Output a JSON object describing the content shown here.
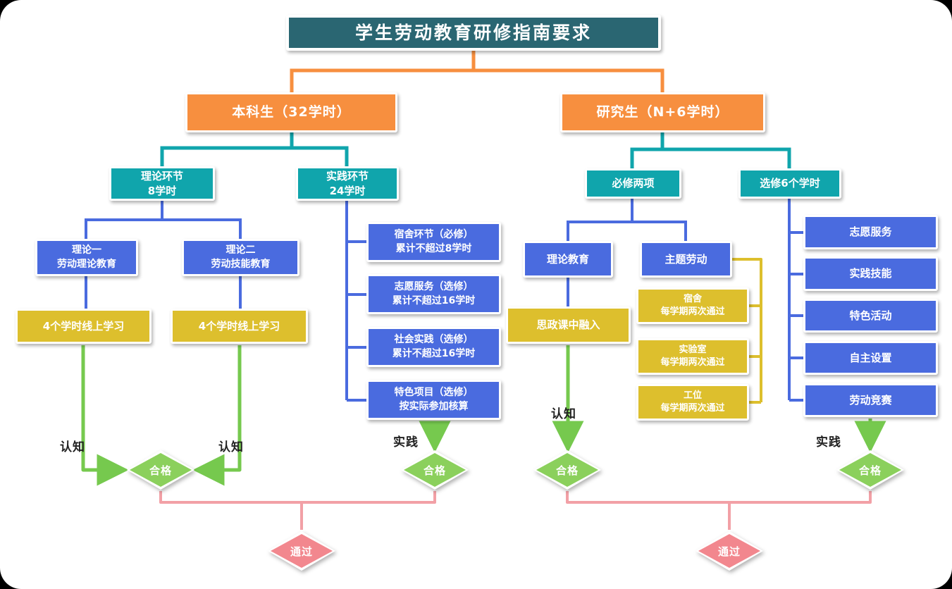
{
  "title": "学生劳动教育研修指南要求",
  "colors": {
    "title_bg": "#2a6672",
    "orange": "#f78f3f",
    "teal": "#10a5ac",
    "blue": "#4a6bdf",
    "yellow": "#ddbf2d",
    "green_arrow": "#76c94e",
    "green_diamond": "#8bd05c",
    "pink_diamond": "#f2878e",
    "pink_line": "#f2a0a6"
  },
  "nodes": {
    "undergrad": {
      "label": "本科生（32学时）"
    },
    "graduate": {
      "label": "研究生（N+6学时）"
    },
    "theory_section": {
      "line1": "理论环节",
      "line2": "8学时"
    },
    "practice_section": {
      "line1": "实践环节",
      "line2": "24学时"
    },
    "required_two": {
      "label": "必修两项"
    },
    "elective_six": {
      "label": "选修6个学时"
    },
    "theory1": {
      "line1": "理论一",
      "line2": "劳动理论教育"
    },
    "theory2": {
      "line1": "理论二",
      "line2": "劳动技能教育"
    },
    "online1": {
      "label": "4个学时线上学习"
    },
    "online2": {
      "label": "4个学时线上学习"
    },
    "dorm_required": {
      "line1": "宿舍环节（必修）",
      "line2": "累计不超过8学时"
    },
    "volunteer_opt": {
      "line1": "志愿服务（选修）",
      "line2": "累计不超过16学时"
    },
    "social_opt": {
      "line1": "社会实践（选修）",
      "line2": "累计不超过16学时"
    },
    "special_opt": {
      "line1": "特色项目（选修）",
      "line2": "按实际参加核算"
    },
    "theory_edu": {
      "label": "理论教育"
    },
    "theme_labor": {
      "label": "主题劳动"
    },
    "ideology_course": {
      "label": "思政课中融入"
    },
    "dorm_check": {
      "line1": "宿舍",
      "line2": "每学期两次通过"
    },
    "lab_check": {
      "line1": "实验室",
      "line2": "每学期两次通过"
    },
    "station_check": {
      "line1": "工位",
      "line2": "每学期两次通过"
    },
    "volunteer_service": {
      "label": "志愿服务"
    },
    "practice_skill": {
      "label": "实践技能"
    },
    "special_activity": {
      "label": "特色活动"
    },
    "self_set": {
      "label": "自主设置"
    },
    "labor_competition": {
      "label": "劳动竞赛"
    }
  },
  "labels": {
    "cognition_left1": "认知",
    "cognition_left2": "认知",
    "practice_mid": "实践",
    "cognition_right": "认知",
    "practice_right": "实践"
  },
  "diamonds": {
    "qualified1": "合格",
    "qualified2": "合格",
    "qualified3": "合格",
    "qualified4": "合格",
    "pass1": "通过",
    "pass2": "通过"
  }
}
